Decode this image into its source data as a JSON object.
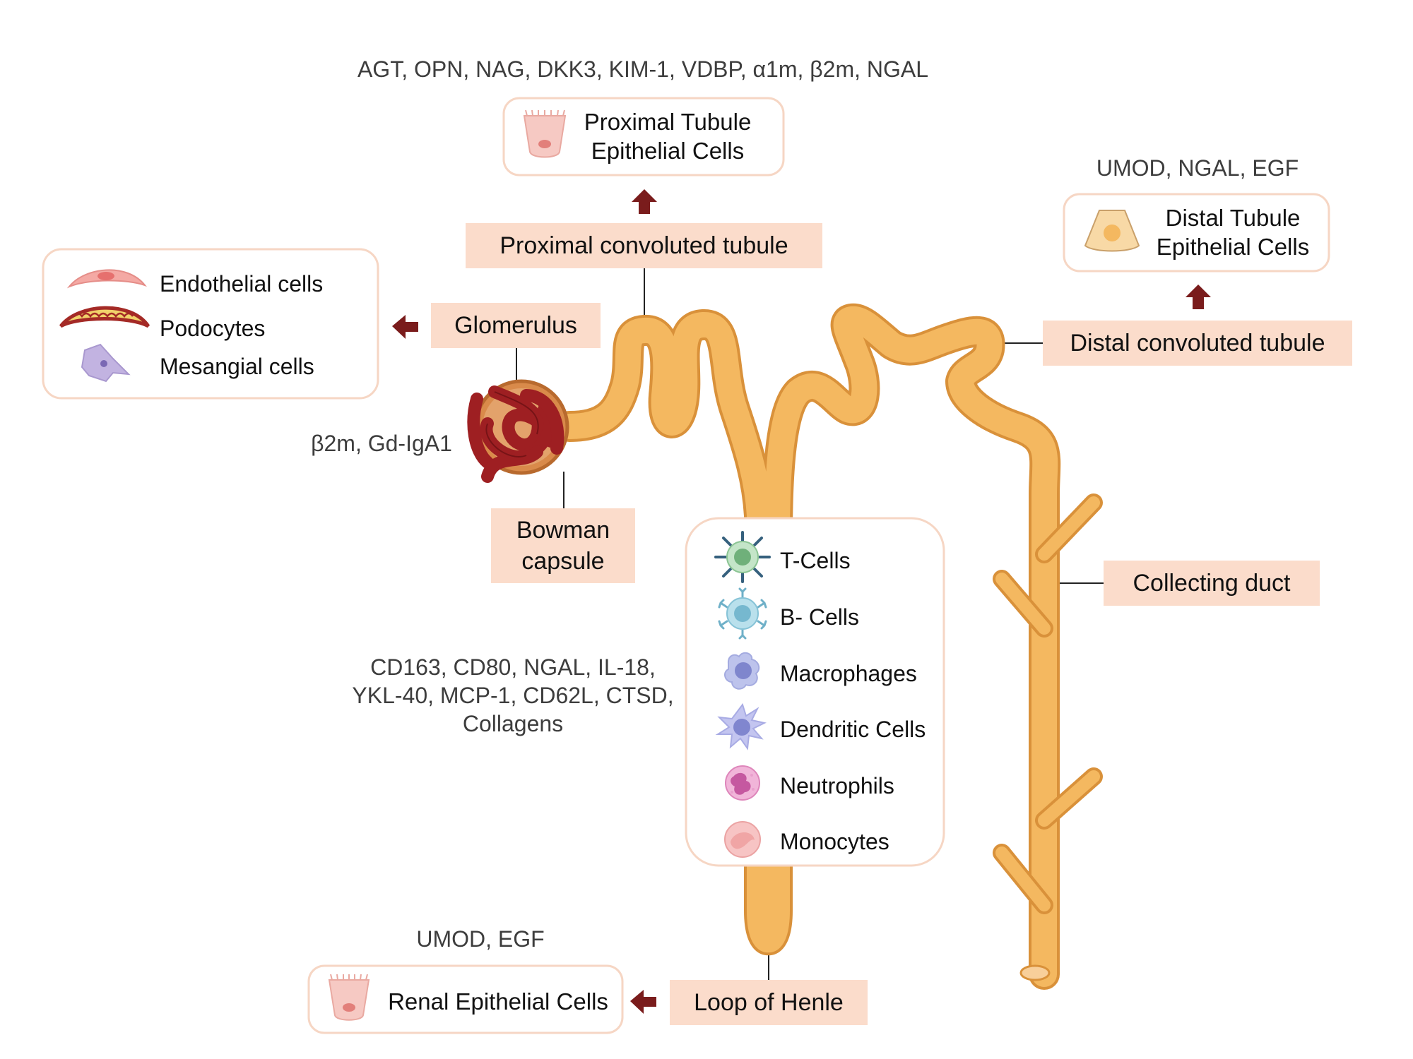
{
  "markers": {
    "pct": "AGT, OPN, NAG, DKK3, KIM-1, VDBP, α1m, β2m, NGAL",
    "dct": "UMOD, NGAL, EGF",
    "glomerulus": "β2m, Gd-IgA1",
    "immune": "CD163, CD80, NGAL, IL-18, YKL-40, MCP-1, CD62L, CTSD, Collagens",
    "loop": "UMOD, EGF"
  },
  "segments": {
    "pct": "Proximal convoluted tubule",
    "dct": "Distal convoluted tubule",
    "glomerulus": "Glomerulus",
    "bowman": "Bowman capsule",
    "collecting": "Collecting duct",
    "loop": "Loop of Henle"
  },
  "cell_boxes": {
    "proximal": "Proximal Tubule Epithelial Cells",
    "distal": "Distal Tubule Epithelial Cells",
    "renal": "Renal Epithelial Cells"
  },
  "glomerular_cells": [
    {
      "label": "Endothelial cells",
      "icon": "endothelial-cell-icon"
    },
    {
      "label": "Podocytes",
      "icon": "podocyte-icon"
    },
    {
      "label": "Mesangial cells",
      "icon": "mesangial-cell-icon"
    }
  ],
  "immune_cells": [
    {
      "label": "T-Cells",
      "icon": "t-cell-icon"
    },
    {
      "label": "B- Cells",
      "icon": "b-cell-icon"
    },
    {
      "label": "Macrophages",
      "icon": "macrophage-icon"
    },
    {
      "label": "Dendritic Cells",
      "icon": "dendritic-cell-icon"
    },
    {
      "label": "Neutrophils",
      "icon": "neutrophil-icon"
    },
    {
      "label": "Monocytes",
      "icon": "monocyte-icon"
    }
  ],
  "colors": {
    "tubule": "#f4b860",
    "tubule_edge": "#d9913a",
    "label_bg": "#fbdccb",
    "arrow": "#7a1c1c",
    "glomerulus": "#9e1f22"
  }
}
